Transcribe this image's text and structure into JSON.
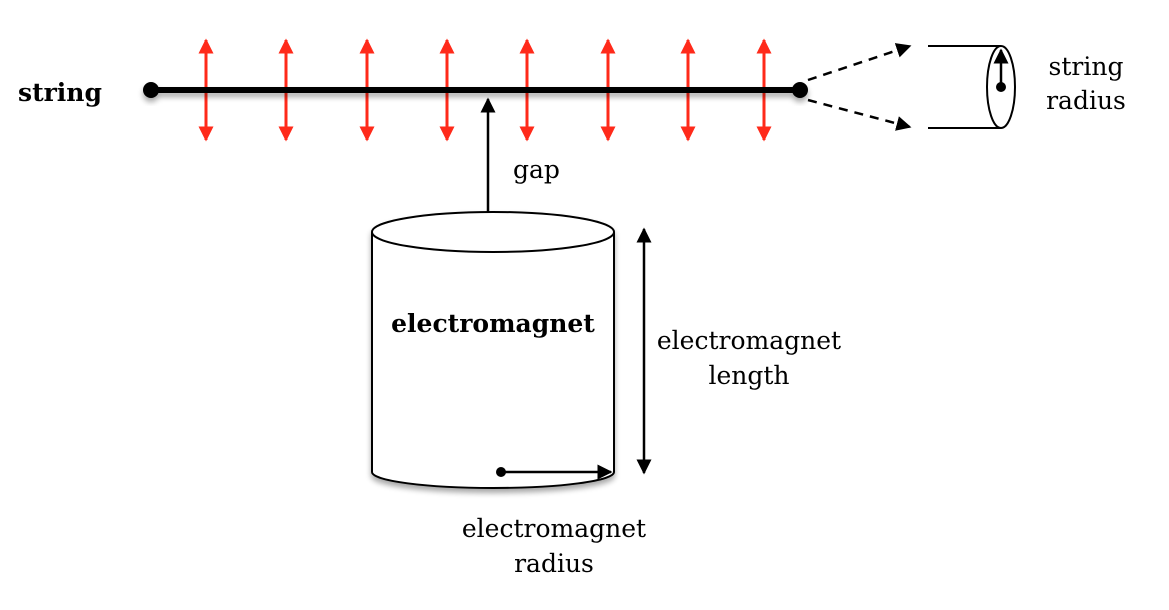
{
  "labels": {
    "string": "string",
    "gap": "gap",
    "electromagnet": "electromagnet",
    "electromagnet_length_line1": "electromagnet",
    "electromagnet_length_line2": "length",
    "electromagnet_radius_line1": "electromagnet",
    "electromagnet_radius_line2": "radius",
    "string_radius_line1": "string",
    "string_radius_line2": "radius"
  },
  "colors": {
    "line": "#000000",
    "vibration_arrows": "#ff2a1a",
    "background": "#ffffff"
  },
  "icons": {
    "vibration": "double-headed-arrow",
    "dimension": "double-headed-arrow"
  }
}
